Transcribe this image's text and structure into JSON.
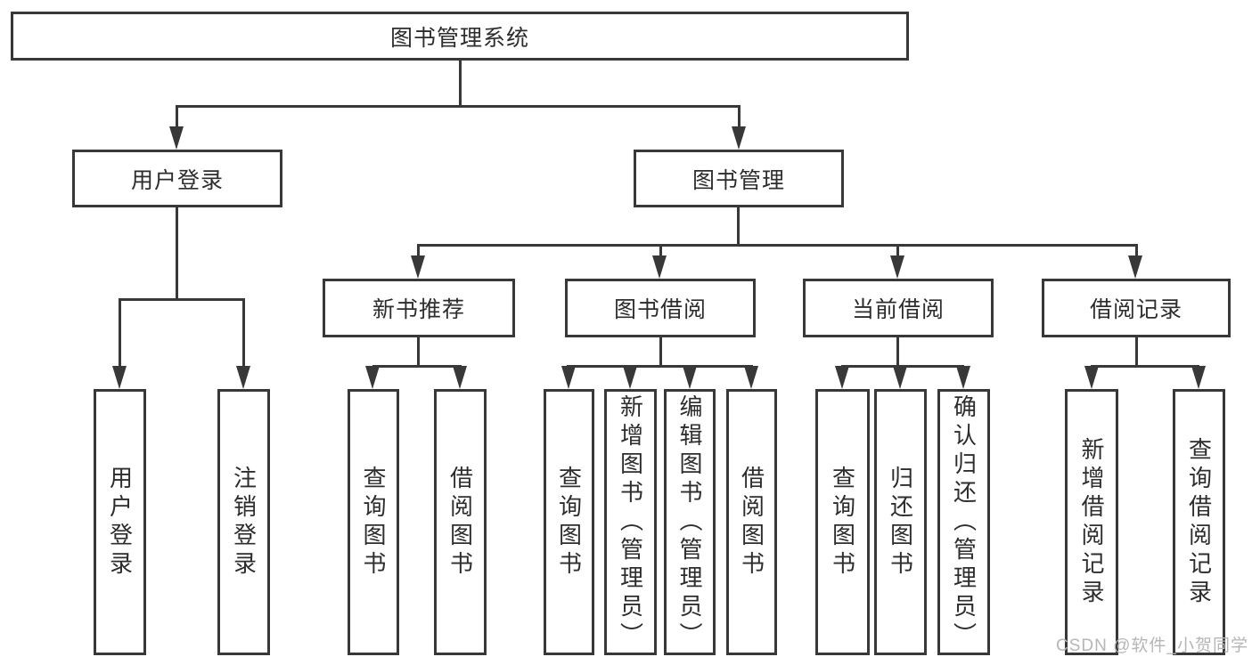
{
  "tree": {
    "root": "图书管理系统",
    "user_login": {
      "label": "用户登录",
      "children": [
        "用户登录",
        "注销登录"
      ]
    },
    "book_mgmt": {
      "label": "图书管理",
      "sections": [
        {
          "label": "新书推荐",
          "children": [
            "查询图书",
            "借阅图书"
          ]
        },
        {
          "label": "图书借阅",
          "children": [
            "查询图书",
            "新增图书（管理员）",
            "编辑图书（管理员）",
            "借阅图书"
          ]
        },
        {
          "label": "当前借阅",
          "children": [
            "查询图书",
            "归还图书",
            "确认归还（管理员）"
          ]
        },
        {
          "label": "借阅记录",
          "children": [
            "新增借阅记录",
            "查询借阅记录"
          ]
        }
      ]
    }
  },
  "watermark": "CSDN @软件_小贺同学",
  "colors": {
    "line": "#383838",
    "text": "#2d2d2d",
    "bg": "#ffffff",
    "watermark": "#b6b6b6"
  }
}
